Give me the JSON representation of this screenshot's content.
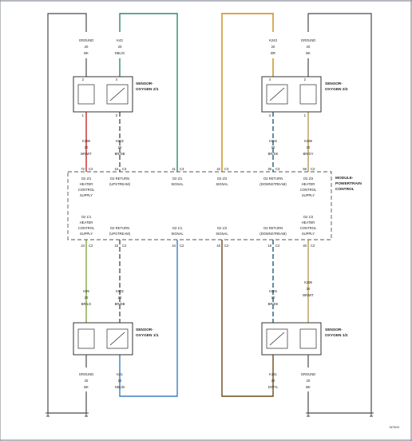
{
  "colors": {
    "frame": "#8a8f96",
    "wire_black": "#4a4a4a",
    "wire_dbl_g": "#2f8a6a",
    "wire_br": "#c98a12",
    "wire_br_wt": "#c62828",
    "wire_br_gy": "#b79a5a",
    "wire_dbl_b": "#3a7fc1",
    "wire_br_lg": "#7fa83a",
    "wire_dg_yl": "#6b4a1e",
    "wire_dk_blue": "#1f5c78",
    "wire_br_dg": "#333333"
  },
  "sensors": {
    "s21": {
      "label1": "SENSOR-",
      "label2": "OXYGEN 2/1"
    },
    "s22": {
      "label1": "SENSOR-",
      "label2": "OXYGEN 2/2"
    },
    "s11": {
      "label1": "SENSOR-",
      "label2": "OXYGEN 1/1"
    },
    "s12": {
      "label1": "SENSOR-",
      "label2": "OXYGEN 1/2"
    }
  },
  "top_wires": {
    "w1": {
      "name": "GROUND",
      "gauge": "20",
      "color": "BK"
    },
    "w2": {
      "name": "K43",
      "gauge": "20",
      "color": "DBL/G"
    },
    "w3": {
      "name": "K243",
      "gauge": "20",
      "color": "BR"
    },
    "w4": {
      "name": "GROUND",
      "gauge": "20",
      "color": "BK"
    }
  },
  "upper_wires": {
    "w1": {
      "name": "K199",
      "gauge": "20",
      "color": "BR/WT"
    },
    "w2": {
      "name": "K902",
      "gauge": "20",
      "color": "BR/DB"
    },
    "w5": {
      "name": "K904",
      "gauge": "20",
      "color": "BR/DK"
    },
    "w6": {
      "name": "K299",
      "gauge": "20",
      "color": "BR/GY"
    }
  },
  "upper_pins": {
    "p1": {
      "num": "72",
      "conn": "C2"
    },
    "p2": {
      "num": "15",
      "conn": "C3"
    },
    "p3": {
      "num": "41",
      "conn": "C3"
    },
    "p4": {
      "num": "42",
      "conn": "C3"
    },
    "p5": {
      "num": "35",
      "conn": "C3"
    },
    "p6": {
      "num": "56",
      "conn": "C2"
    }
  },
  "pins": {
    "p1": "2",
    "p2": "4",
    "p3": "4",
    "p4": "2",
    "p5": "1",
    "p6": "3",
    "p7": "3",
    "p8": "1"
  },
  "module": {
    "label1": "MODULE-",
    "label2": "POWERTRAIN",
    "label3": "CONTROL"
  },
  "upper_funcs": {
    "f1": {
      "l1": "O2 2/1",
      "l2": "HEATER",
      "l3": "CONTROL",
      "l4": "SUPPLY"
    },
    "f2": {
      "l1": "O2 RETURN",
      "l2": "(UPSTREAM)"
    },
    "f3": {
      "l1": "O2 2/1",
      "l2": "SIGNAL"
    },
    "f4": {
      "l1": "O2 2/2",
      "l2": "SIGNAL"
    },
    "f5": {
      "l1": "O2 RETURN",
      "l2": "(DOWNSTREAM)"
    },
    "f6": {
      "l1": "O2 2/2",
      "l2": "HEATER",
      "l3": "CONTROL",
      "l4": "SUPPLY"
    }
  },
  "lower_funcs": {
    "f1": {
      "l1": "O2 1/1",
      "l2": "HEATER",
      "l3": "CONTROL",
      "l4": "SUPPLY"
    },
    "f2": {
      "l1": "O2 RETURN",
      "l2": "(UPSTREAM)"
    },
    "f3": {
      "l1": "O2 1/1",
      "l2": "SIGNAL"
    },
    "f4": {
      "l1": "O2 1/2",
      "l2": "SIGNAL"
    },
    "f5": {
      "l1": "O2 RETURN",
      "l2": "(DOWNSTREAM)"
    },
    "f6": {
      "l1": "O2 1/2",
      "l2": "HEATER",
      "l3": "CONTROL",
      "l4": "SUPPLY"
    }
  },
  "lower_pins": {
    "p1": {
      "num": "24",
      "conn": "C2"
    },
    "p2": {
      "num": "15",
      "conn": "C2"
    },
    "p3": {
      "num": "44",
      "conn": "C2"
    },
    "p4": {
      "num": "43",
      "conn": "C2"
    },
    "p5": {
      "num": "18",
      "conn": "C2"
    },
    "p6": {
      "num": "40",
      "conn": "C2"
    }
  },
  "lower_wires": {
    "w1": {
      "name": "K99",
      "gauge": "20",
      "color": "BR/LG"
    },
    "w2": {
      "name": "K902",
      "gauge": "20",
      "color": "BR/DB"
    },
    "w5": {
      "name": "K904",
      "gauge": "20",
      "color": "BR/DK"
    },
    "w6": {
      "name": "K299",
      "gauge": "20",
      "color": "BR/WT"
    }
  },
  "bottom_wires": {
    "w1": {
      "name": "GROUND",
      "gauge": "20",
      "color": "BK"
    },
    "w2": {
      "name": "K41",
      "gauge": "20",
      "color": "DBL/B"
    },
    "w3": {
      "name": "K141",
      "gauge": "20",
      "color": "DG/YL"
    },
    "w4": {
      "name": "GROUND",
      "gauge": "20",
      "color": "BK"
    }
  },
  "figure_id": "9470013"
}
